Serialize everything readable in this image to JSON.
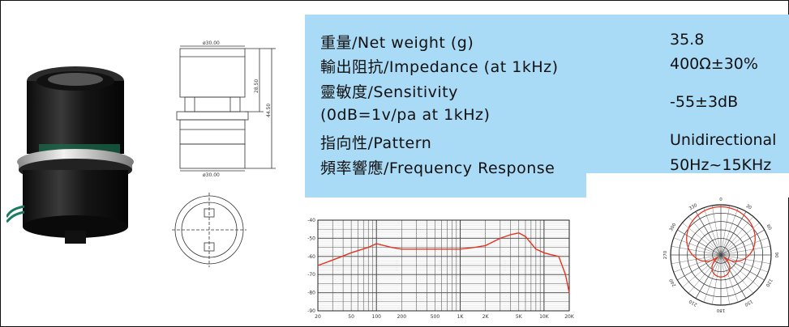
{
  "specs": [
    {
      "label": "重量/Net weight (g)",
      "value": "35.8"
    },
    {
      "label": "輸出阻抗/Impedance (at 1kHz)",
      "value": "400Ω±30%"
    },
    {
      "label": "靈敏度/Sensitivity",
      "value": ""
    },
    {
      "label": "(0dB=1v/pa at 1kHz)",
      "value": "-55±3dB"
    },
    {
      "label": "指向性/Pattern",
      "value": "Unidirectional"
    },
    {
      "label": "頻率響應/Frequency Response",
      "value": "50Hz~15KHz"
    }
  ],
  "drawing": {
    "dim_top": "ø30.00",
    "dim_bottom": "ø30.00",
    "dim_h1": "28.50",
    "dim_h2": "44.50"
  },
  "chart_data": [
    {
      "type": "line",
      "x": [
        20,
        30,
        50,
        80,
        100,
        150,
        200,
        300,
        500,
        700,
        1000,
        1500,
        2000,
        3000,
        4000,
        5000,
        6000,
        8000,
        10000,
        12000,
        15000,
        18000,
        20000
      ],
      "series": [
        {
          "values": [
            -65,
            -62,
            -58,
            -55,
            -53,
            -55,
            -56,
            -56,
            -56,
            -56,
            -56,
            -55,
            -54,
            -50,
            -48,
            -47,
            -49,
            -56,
            -58,
            -59,
            -60,
            -70,
            -80
          ]
        }
      ],
      "x_ticks": [
        "20",
        "50",
        "100",
        "200",
        "500",
        "1K",
        "2K",
        "5K",
        "10K",
        "20K"
      ],
      "y_ticks": [
        "-40",
        "-50",
        "-60",
        "-70",
        "-80",
        "-90"
      ],
      "ylim": [
        -90,
        -40
      ],
      "xlim": [
        20,
        20000
      ],
      "x_scale": "log",
      "line_color": "#e8321e"
    },
    {
      "type": "polar",
      "angle_labels": [
        "0",
        "30",
        "60",
        "90",
        "120",
        "150",
        "180",
        "210",
        "240",
        "270",
        "300",
        "330"
      ],
      "pattern": "cardioid",
      "line_color": "#e8321e"
    }
  ]
}
